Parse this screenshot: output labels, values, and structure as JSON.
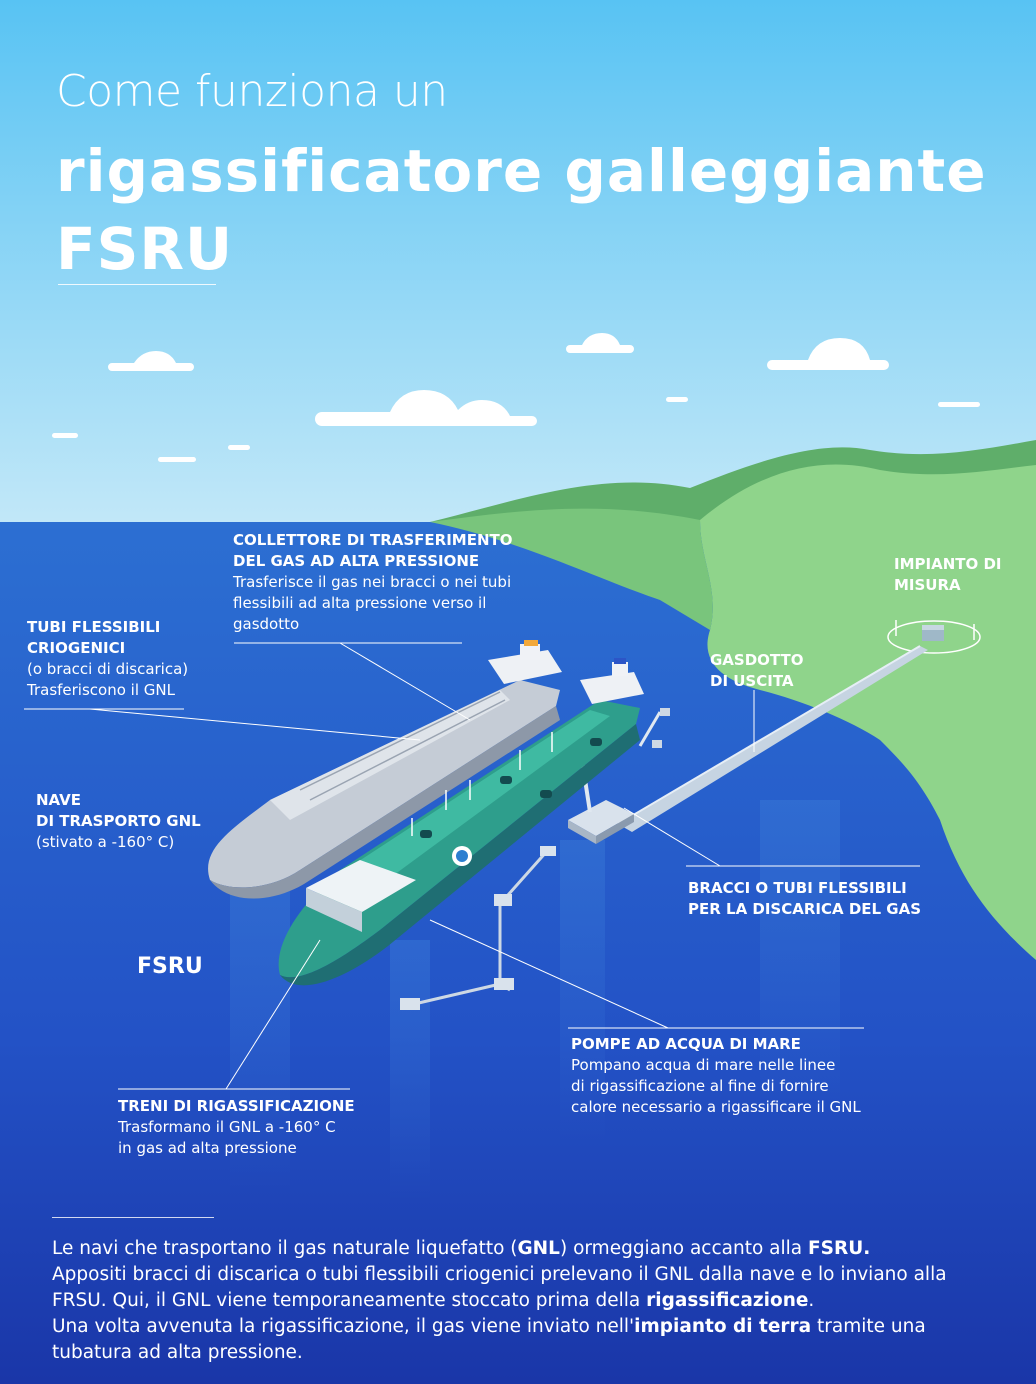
{
  "title": {
    "line1": "Come funziona un",
    "line2": "rigassificatore galleggiante",
    "line3": "FSRU"
  },
  "labels": {
    "collettore": {
      "heading1": "COLLETTORE DI TRASFERIMENTO",
      "heading2": "DEL GAS AD ALTA PRESSIONE",
      "text1": "Trasferisce il gas nei bracci o nei tubi",
      "text2": "flessibili ad alta pressione verso il",
      "text3": "gasdotto"
    },
    "tubi": {
      "heading1": "TUBI FLESSIBILI",
      "heading2": "CRIOGENICI",
      "text1": "(o bracci di discarica)",
      "text2": "Trasferiscono il GNL"
    },
    "impianto": {
      "heading1": "IMPIANTO DI",
      "heading2": "MISURA"
    },
    "gasdotto": {
      "heading1": "GASDOTTO",
      "heading2": "DI USCITA"
    },
    "nave": {
      "heading1": "NAVE",
      "heading2": "DI TRASPORTO GNL",
      "text1": "(stivato a -160° C)"
    },
    "bracci": {
      "heading1": "BRACCI O TUBI FLESSIBILI",
      "heading2": "PER LA DISCARICA DEL GAS"
    },
    "fsru": "FSRU",
    "pompe": {
      "heading1": "POMPE AD ACQUA DI MARE",
      "text1": "Pompano acqua di mare nelle linee",
      "text2": "di rigassificazione al fine di fornire",
      "text3": "calore necessario a rigassificare il GNL"
    },
    "treni": {
      "heading1": "TRENI DI RIGASSIFICAZIONE",
      "text1": "Trasformano il GNL a -160° C",
      "text2": "in gas ad alta pressione"
    }
  },
  "footer": {
    "s1a": "Le navi che trasportano il gas naturale liquefatto (",
    "s1b": "GNL",
    "s1c": ") ormeggiano accanto alla ",
    "s1d": "FSRU.",
    "s2": "Appositi bracci di discarica o tubi flessibili criogenici prelevano il GNL dalla nave e lo inviano alla FRSU. Qui, il GNL viene temporaneamente stoccato prima della ",
    "s2b": "rigassificazione",
    "s2c": ".",
    "s3a": "Una volta avvenuta la rigassificazione, il gas viene inviato nell'",
    "s3b": "impianto di terra",
    "s3c": " tramite una tubatura ad alta pressione."
  },
  "colors": {
    "sky_top": "#5cc6f4",
    "sky_bottom": "#bde6f8",
    "sea_top": "#2a6fd0",
    "sea_bottom": "#1a3aac",
    "land": "#8fd48b",
    "land_dark": "#5fae6a",
    "fsru_hull": "#2e9e8c",
    "carrier_hull": "#c9cfd8"
  }
}
